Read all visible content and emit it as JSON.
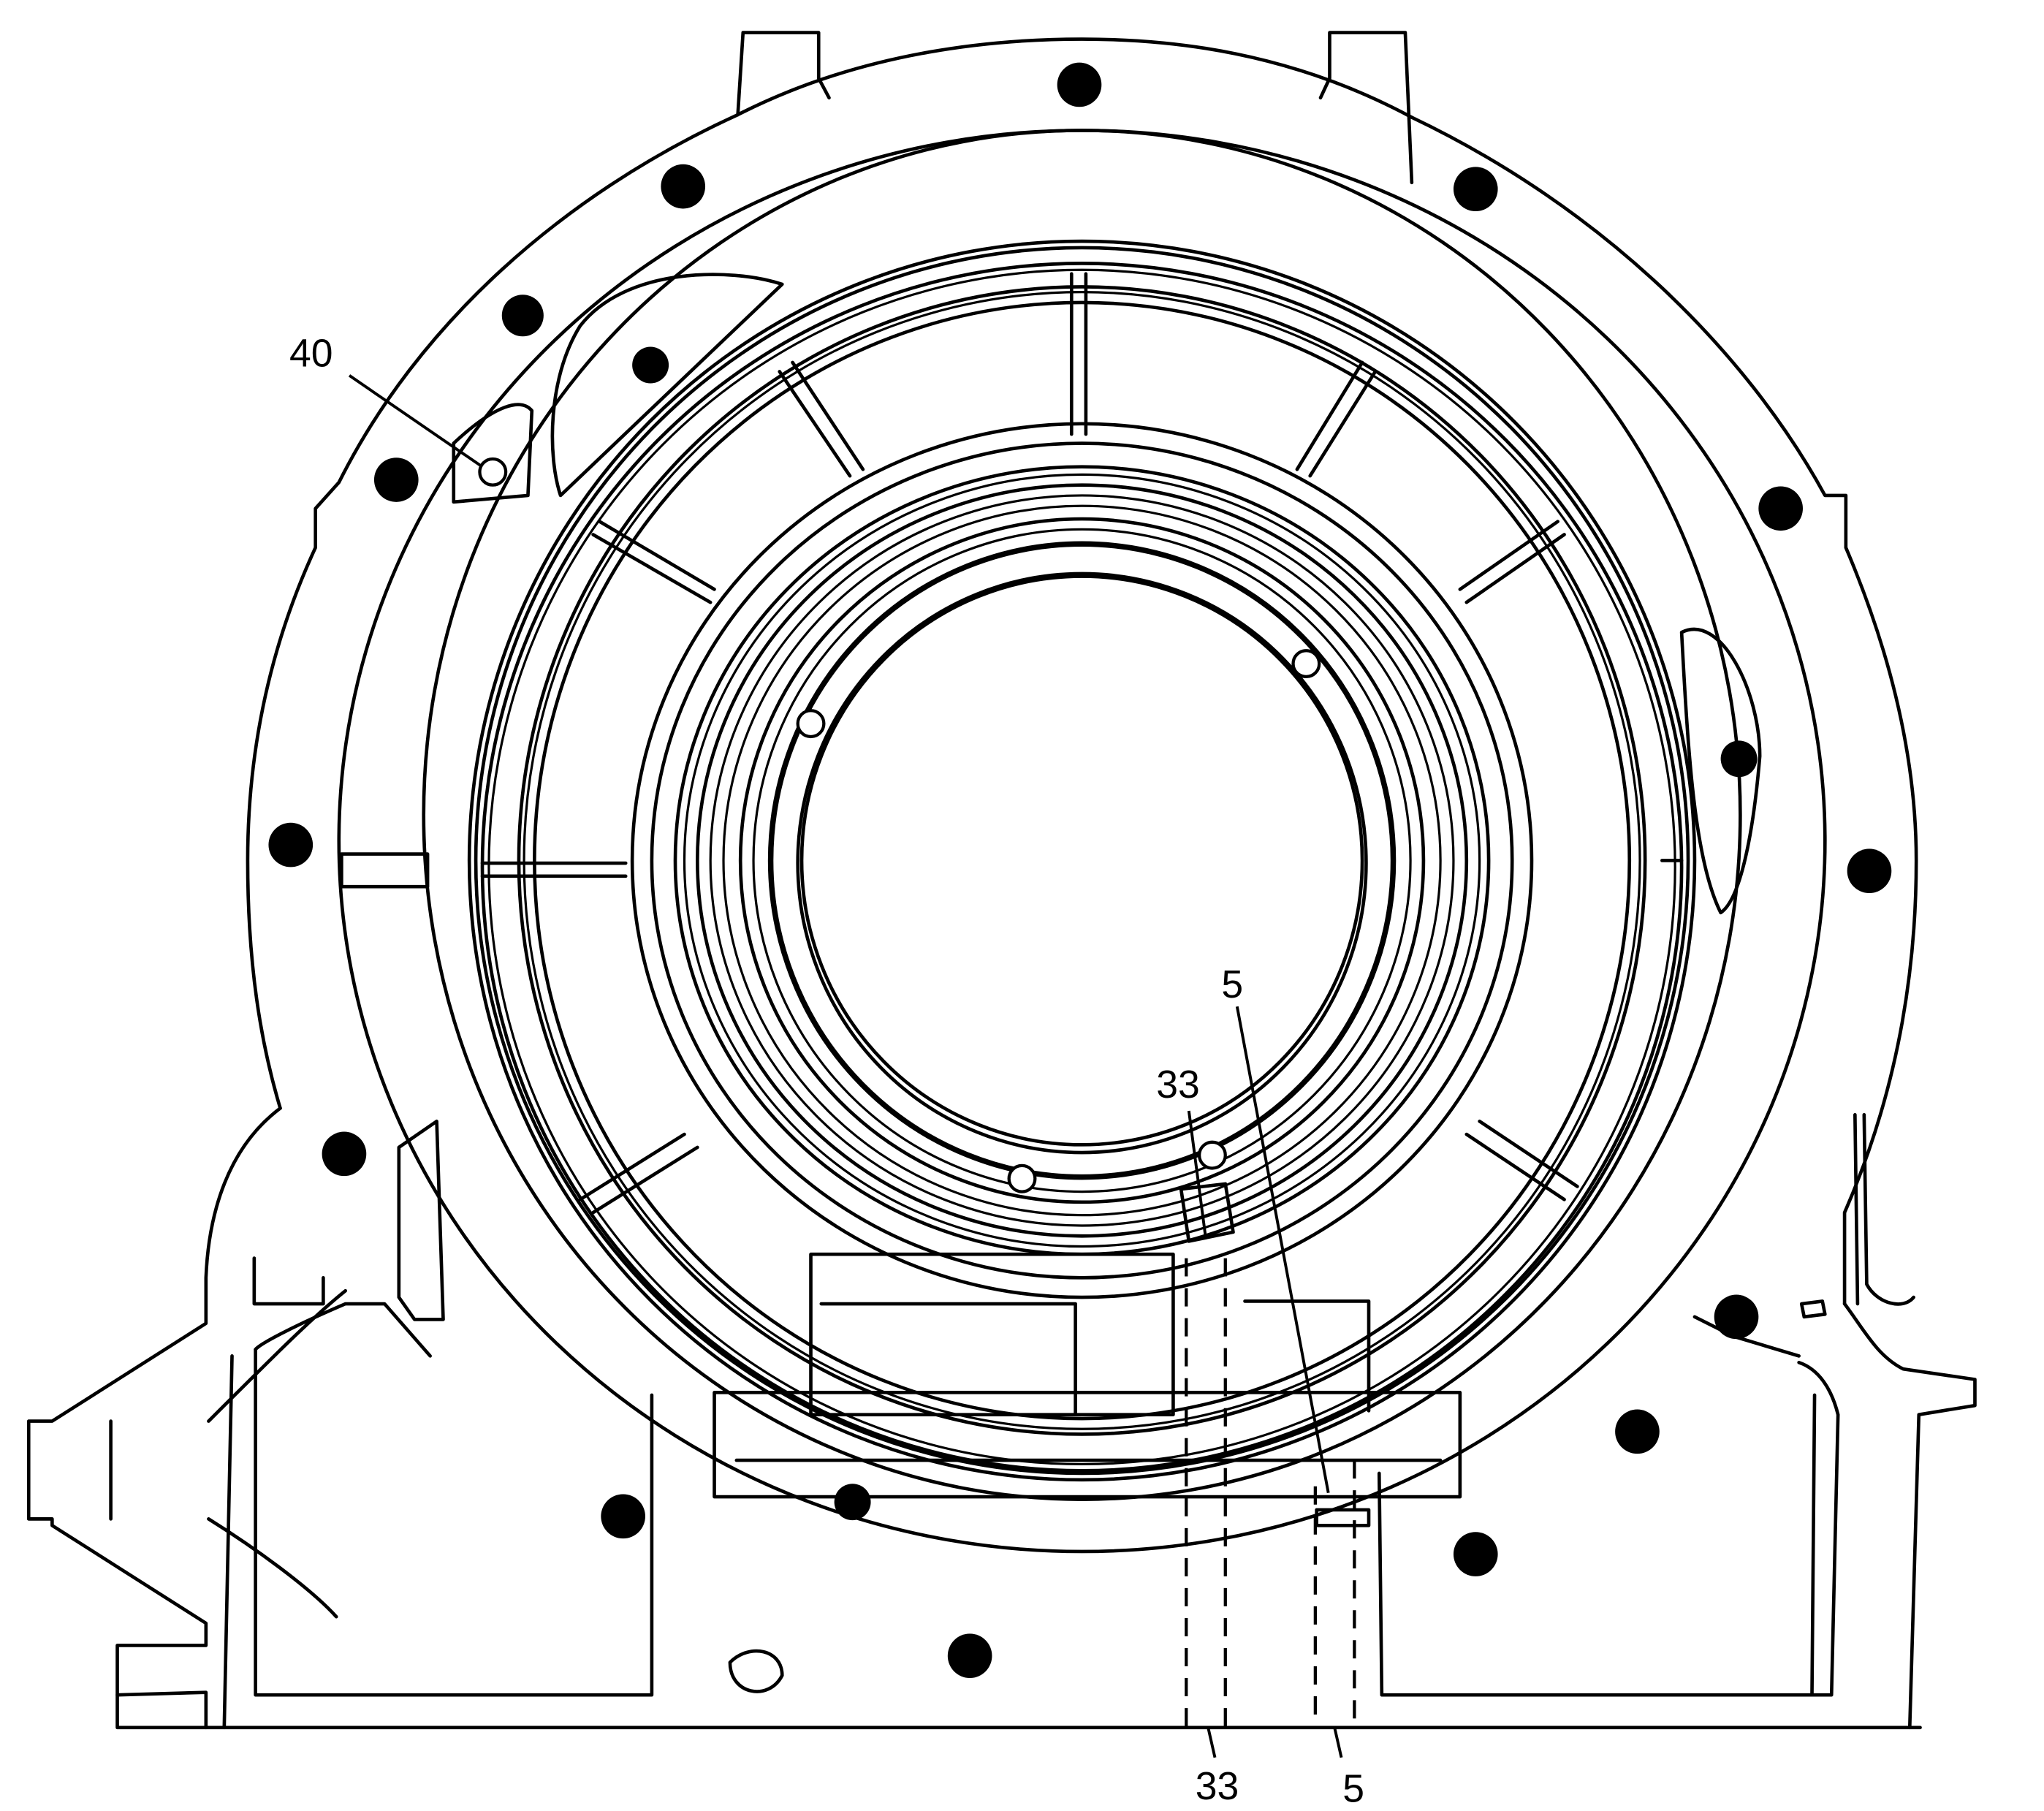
{
  "diagram": {
    "title": "Transmission case - bell housing face view",
    "background": "#ffffff",
    "line_color": "#000000",
    "callouts": [
      {
        "id": "40",
        "label": "40",
        "target": "locating-pin-hole"
      },
      {
        "id": "33-top",
        "label": "33",
        "target": "passage-opening"
      },
      {
        "id": "5-top",
        "label": "5",
        "target": "passage"
      },
      {
        "id": "33-bottom",
        "label": "33",
        "target": "hidden-passage-section"
      },
      {
        "id": "5-bottom",
        "label": "5",
        "target": "hidden-passage-section"
      }
    ],
    "bolt_holes_count": 15,
    "hidden_lines": "dashed passages at bottom"
  }
}
